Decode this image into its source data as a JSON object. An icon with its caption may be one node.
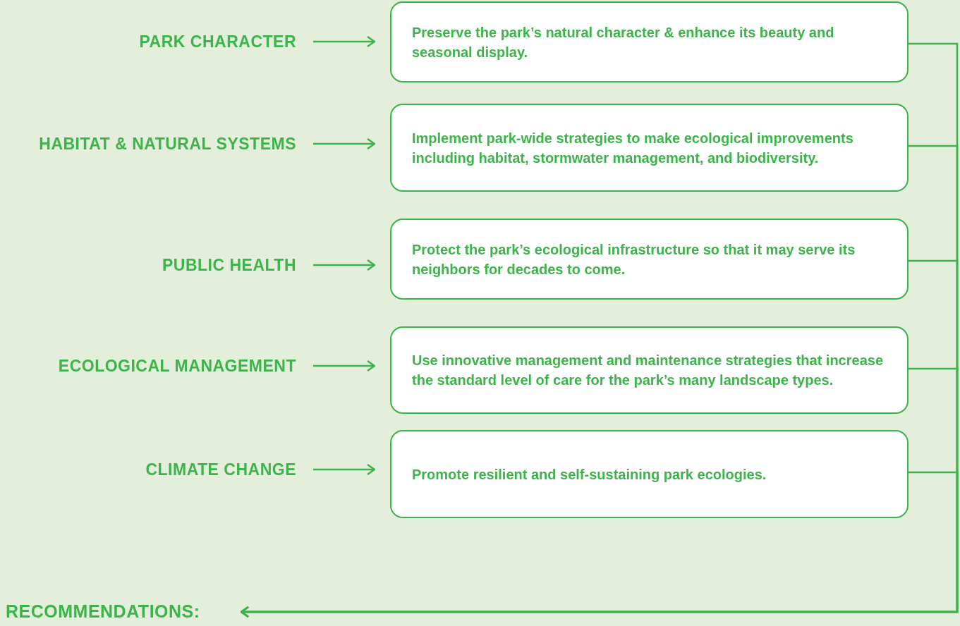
{
  "diagram": {
    "nodes": [
      {
        "text": [
          "PARK CHARACTER"
        ]
      },
      {
        "text": [
          "HABITAT & NATURAL SYSTEMS"
        ]
      },
      {
        "text": [
          "PUBLIC HEALTH"
        ]
      },
      {
        "text": [
          "ECOLOGICAL MANAGEMENT"
        ]
      },
      {
        "text": [
          "CLIMATE CHANGE"
        ]
      },
      {
        "text": [
          "Preserve the park’s natural character & enhance its beauty and seasonal display."
        ]
      },
      {
        "text": [
          "Implement park-wide strategies to make ecological improvements including habitat, stormwater management, and biodiversity."
        ]
      },
      {
        "text": [
          "Protect the park’s ecological infrastructure so that it may serve its neighbors for decades to come."
        ]
      },
      {
        "text": [
          "Use innovative management and maintenance strategies that increase the standard level of care for the park’s many landscape types."
        ]
      },
      {
        "text": [
          "Promote resilient and self-sustaining park ecologies."
        ]
      },
      {
        "text": [
          "RECOMMENDATIONS:"
        ]
      }
    ],
    "edges": [
      {
        "from": 0,
        "to": 5,
        "arrow": "to"
      },
      {
        "from": 1,
        "to": 6,
        "arrow": "to"
      },
      {
        "from": 2,
        "to": 7,
        "arrow": "to"
      },
      {
        "from": 3,
        "to": 8,
        "arrow": "to"
      },
      {
        "from": 4,
        "to": 9,
        "arrow": "to"
      },
      {
        "from": 5,
        "to": 10,
        "arrow": "to"
      },
      {
        "from": 6,
        "to": 10,
        "arrow": "to"
      },
      {
        "from": 7,
        "to": 10,
        "arrow": "to"
      },
      {
        "from": 8,
        "to": 10,
        "arrow": "to"
      },
      {
        "from": 9,
        "to": 10,
        "arrow": "to"
      }
    ]
  }
}
